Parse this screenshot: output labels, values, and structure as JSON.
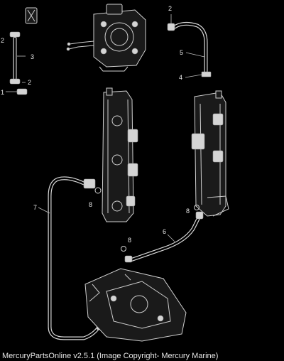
{
  "callouts": [
    "1",
    "2",
    "3",
    "2",
    "2",
    "5",
    "4",
    "7",
    "8",
    "8",
    "6",
    "8"
  ],
  "footer": "MercuryPartsOnline v2.5.1 (Image Copyright- Mercury Marine)"
}
